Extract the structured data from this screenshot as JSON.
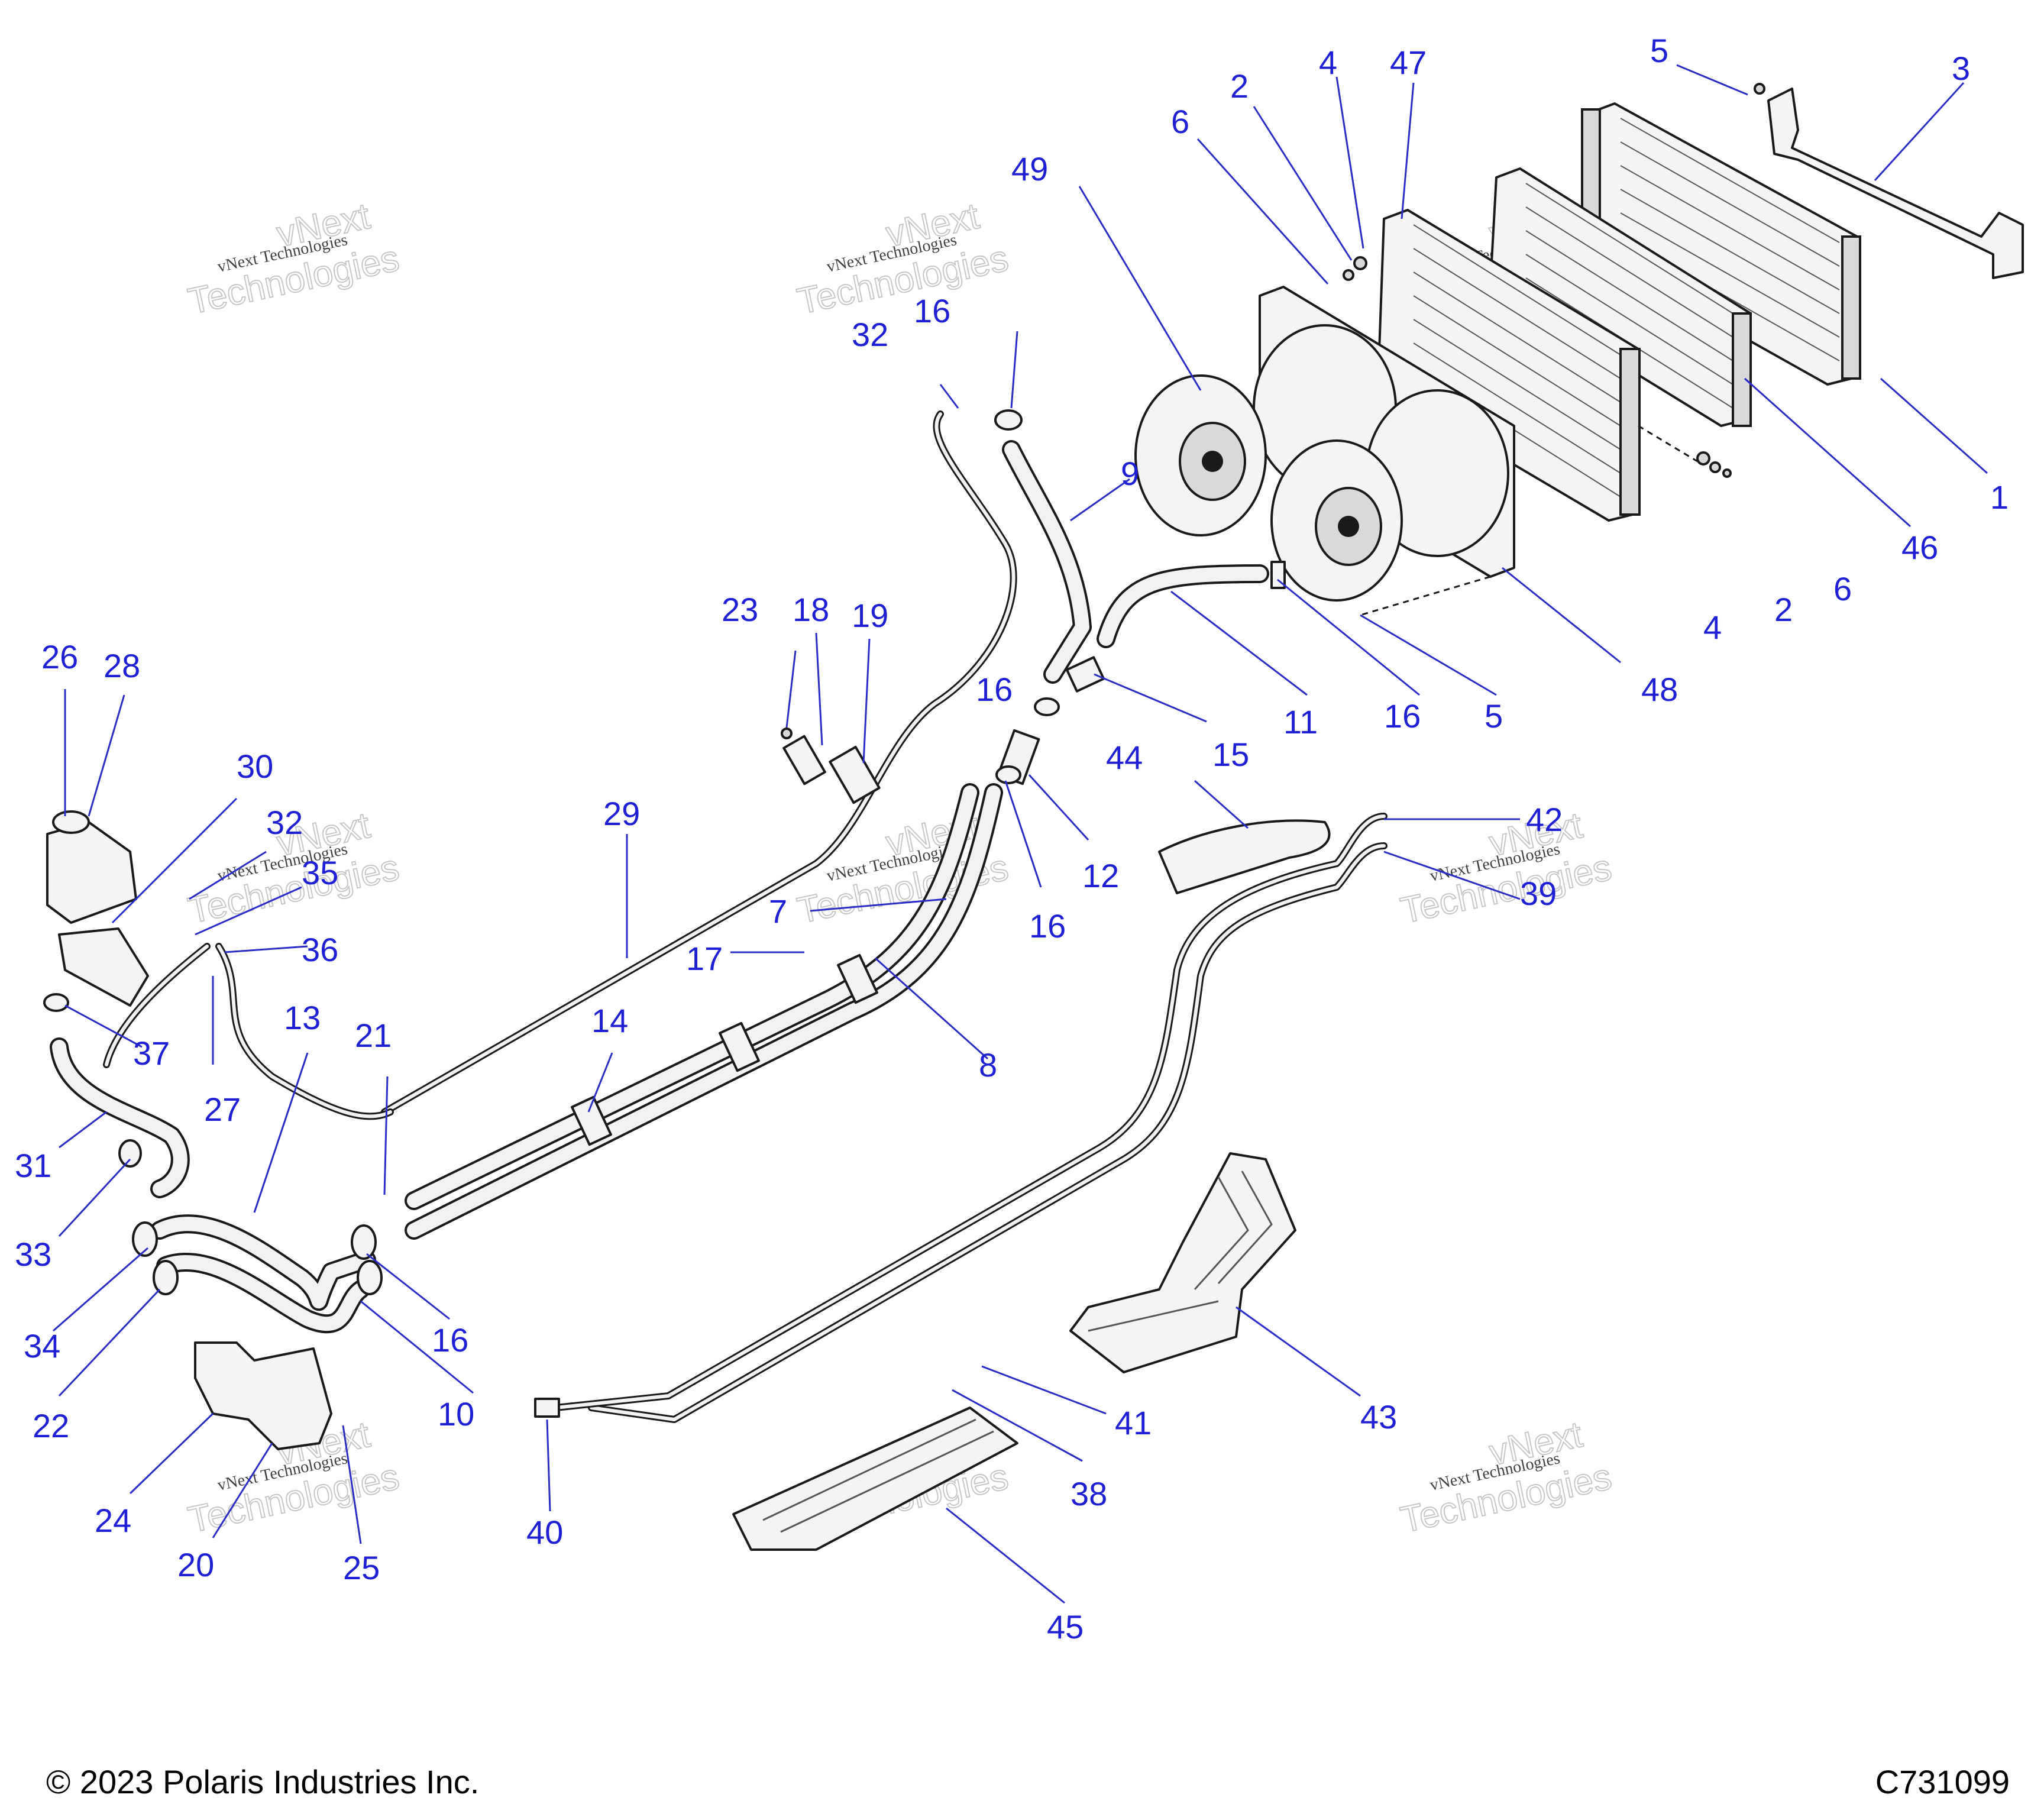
{
  "footer": {
    "copyright": "© 2023 Polaris Industries Inc.",
    "drawing_number": "C731099"
  },
  "watermark": {
    "line1": "vNext Technologies",
    "line2": "vNext",
    "line3": "Technologies"
  },
  "callouts": [
    {
      "id": "c1",
      "label": "1"
    },
    {
      "id": "c2a",
      "label": "2"
    },
    {
      "id": "c2b",
      "label": "2"
    },
    {
      "id": "c3",
      "label": "3"
    },
    {
      "id": "c4a",
      "label": "4"
    },
    {
      "id": "c4b",
      "label": "4"
    },
    {
      "id": "c5a",
      "label": "5"
    },
    {
      "id": "c5b",
      "label": "5"
    },
    {
      "id": "c6a",
      "label": "6"
    },
    {
      "id": "c6b",
      "label": "6"
    },
    {
      "id": "c7",
      "label": "7"
    },
    {
      "id": "c8",
      "label": "8"
    },
    {
      "id": "c9",
      "label": "9"
    },
    {
      "id": "c10",
      "label": "10"
    },
    {
      "id": "c11",
      "label": "11"
    },
    {
      "id": "c12",
      "label": "12"
    },
    {
      "id": "c13",
      "label": "13"
    },
    {
      "id": "c14",
      "label": "14"
    },
    {
      "id": "c15",
      "label": "15"
    },
    {
      "id": "c16a",
      "label": "16"
    },
    {
      "id": "c16b",
      "label": "16"
    },
    {
      "id": "c16c",
      "label": "16"
    },
    {
      "id": "c16d",
      "label": "16"
    },
    {
      "id": "c16e",
      "label": "16"
    },
    {
      "id": "c17",
      "label": "17"
    },
    {
      "id": "c18",
      "label": "18"
    },
    {
      "id": "c19",
      "label": "19"
    },
    {
      "id": "c20",
      "label": "20"
    },
    {
      "id": "c21",
      "label": "21"
    },
    {
      "id": "c22",
      "label": "22"
    },
    {
      "id": "c23",
      "label": "23"
    },
    {
      "id": "c24",
      "label": "24"
    },
    {
      "id": "c25",
      "label": "25"
    },
    {
      "id": "c26",
      "label": "26"
    },
    {
      "id": "c27",
      "label": "27"
    },
    {
      "id": "c28",
      "label": "28"
    },
    {
      "id": "c29",
      "label": "29"
    },
    {
      "id": "c30",
      "label": "30"
    },
    {
      "id": "c31",
      "label": "31"
    },
    {
      "id": "c32a",
      "label": "32"
    },
    {
      "id": "c32b",
      "label": "32"
    },
    {
      "id": "c33",
      "label": "33"
    },
    {
      "id": "c34",
      "label": "34"
    },
    {
      "id": "c35",
      "label": "35"
    },
    {
      "id": "c36",
      "label": "36"
    },
    {
      "id": "c37",
      "label": "37"
    },
    {
      "id": "c38",
      "label": "38"
    },
    {
      "id": "c39",
      "label": "39"
    },
    {
      "id": "c40",
      "label": "40"
    },
    {
      "id": "c41",
      "label": "41"
    },
    {
      "id": "c42",
      "label": "42"
    },
    {
      "id": "c43",
      "label": "43"
    },
    {
      "id": "c44",
      "label": "44"
    },
    {
      "id": "c45",
      "label": "45"
    },
    {
      "id": "c46",
      "label": "46"
    },
    {
      "id": "c47",
      "label": "47"
    },
    {
      "id": "c48",
      "label": "48"
    },
    {
      "id": "c49",
      "label": "49"
    }
  ]
}
